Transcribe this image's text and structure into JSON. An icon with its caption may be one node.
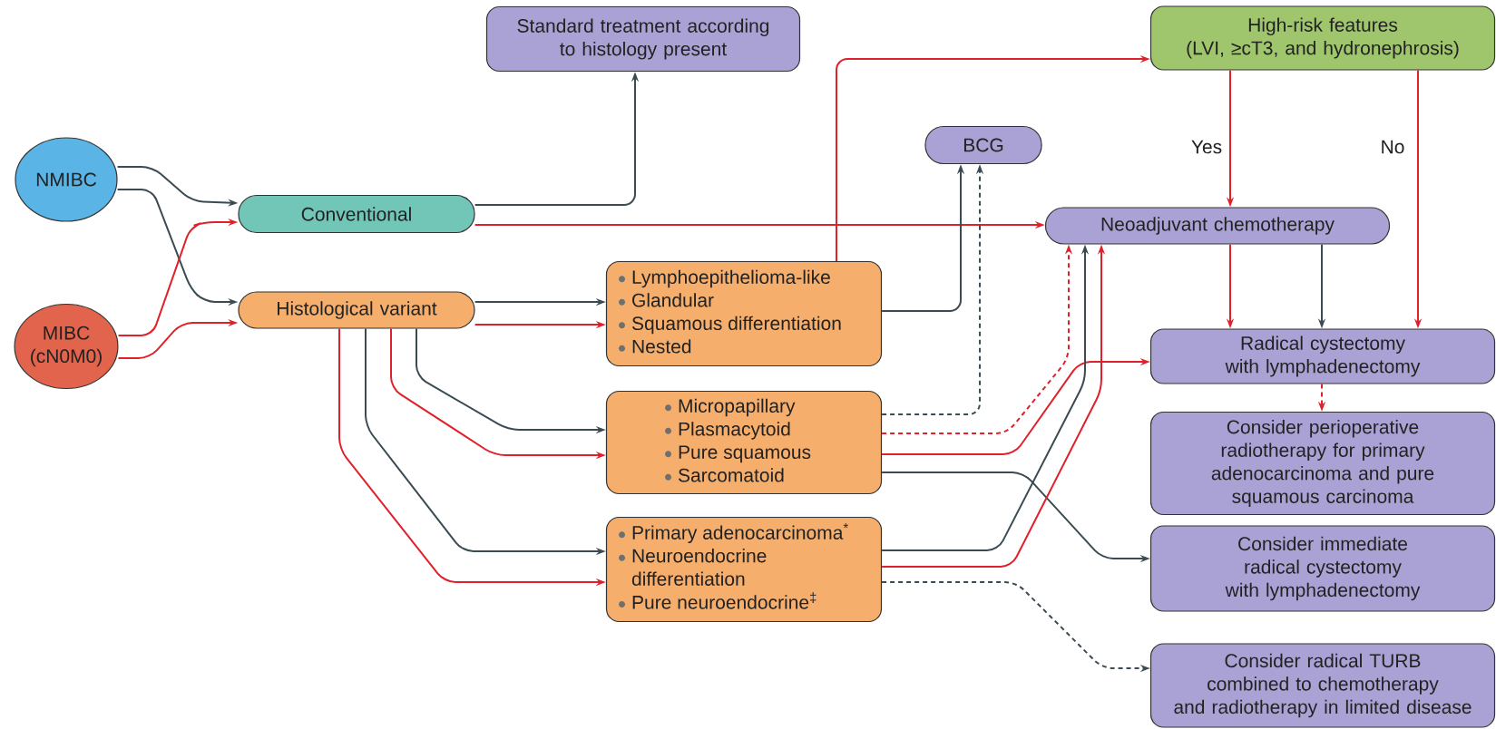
{
  "diagram": {
    "nodes": [
      {
        "text": [
          "NMIBC"
        ]
      },
      {
        "text": [
          "MIBC",
          "(cN0M0)"
        ]
      },
      {
        "text": [
          "Conventional"
        ]
      },
      {
        "text": [
          "Histological variant"
        ]
      },
      {
        "text": [
          "Standard treatment according to histology present"
        ]
      },
      {
        "text": [
          "High-risk features",
          "(LVI, ≥cT3, and hydronephrosis)"
        ]
      },
      {
        "text": [
          "BCG"
        ]
      },
      {
        "text": [
          "Neoadjuvant chemotherapy"
        ]
      },
      {
        "text": [
          "Lymphoepithelioma-like",
          "Glandular",
          "Squamous differentiation",
          "Nested"
        ]
      },
      {
        "text": [
          "Micropapillary",
          "Plasmacytoid",
          "Pure squamous",
          "Sarcomatoid"
        ]
      },
      {
        "text": [
          "Primary adenocarcinoma$^{*}$",
          "Neuroendocrine differentiation",
          "Pure neuroendocrine$^{‡}$"
        ]
      },
      {
        "text": [
          "Radical cystectomy with lymphadenectomy"
        ]
      },
      {
        "text": [
          "Consider perioperative radiotherapy for primary adenocarcinoma and pure squamous carcinoma"
        ]
      },
      {
        "text": [
          "Consider immediate radical cystectomy with lymphadenectomy"
        ]
      },
      {
        "text": [
          "Consider radical TURB combined to chemotherapy and radiotherapy in limited disease"
        ]
      }
    ],
    "edges": [
      {
        "from": 0,
        "to": 2,
        "arrow": "to",
        "color": "#3b4b54"
      },
      {
        "from": 0,
        "to": 3,
        "arrow": "to",
        "color": "#3b4b54"
      },
      {
        "from": 1,
        "to": 2,
        "arrow": "to"
      },
      {
        "from": 1,
        "to": 3,
        "arrow": "to"
      },
      {
        "from": 2,
        "to": 4,
        "arrow": "to",
        "color": "#3b4b54"
      },
      {
        "from": 2,
        "to": 7,
        "arrow": "to"
      },
      {
        "from": 3,
        "to": 8,
        "arrow": "to",
        "color": "#3b4b54"
      },
      {
        "from": 3,
        "to": 8,
        "arrow": "to"
      },
      {
        "from": 3,
        "to": 9,
        "arrow": "to",
        "color": "#3b4b54"
      },
      {
        "from": 3,
        "to": 9,
        "arrow": "to"
      },
      {
        "from": 3,
        "to": 10,
        "arrow": "to",
        "color": "#3b4b54"
      },
      {
        "from": 3,
        "to": 10,
        "arrow": "to"
      },
      {
        "from": 8,
        "to": 5,
        "arrow": "to"
      },
      {
        "from": 8,
        "to": 6,
        "arrow": "to",
        "color": "#3b4b54"
      },
      {
        "from": 9,
        "to": 6,
        "arrow": "to",
        "style": "dashed",
        "color": "#3b4b54"
      },
      {
        "from": 9,
        "to": 7,
        "arrow": "to",
        "style": "dashed"
      },
      {
        "from": 9,
        "to": 11,
        "arrow": "to"
      },
      {
        "from": 9,
        "to": 13,
        "arrow": "to",
        "color": "#3b4b54"
      },
      {
        "from": 10,
        "to": 7,
        "arrow": "to",
        "color": "#3b4b54"
      },
      {
        "from": 10,
        "to": 7,
        "arrow": "to"
      },
      {
        "from": 10,
        "to": 14,
        "arrow": "to",
        "style": "dashed",
        "color": "#3b4b54"
      },
      {
        "from": 5,
        "to": 7,
        "arrow": "to",
        "label": "Yes"
      },
      {
        "from": 5,
        "to": 11,
        "arrow": "to",
        "label": "No"
      },
      {
        "from": 7,
        "to": 11,
        "arrow": "to"
      },
      {
        "from": 7,
        "to": 11,
        "arrow": "to",
        "color": "#3b4b54"
      },
      {
        "from": 11,
        "to": 12,
        "arrow": "to",
        "style": "dashed"
      }
    ]
  }
}
